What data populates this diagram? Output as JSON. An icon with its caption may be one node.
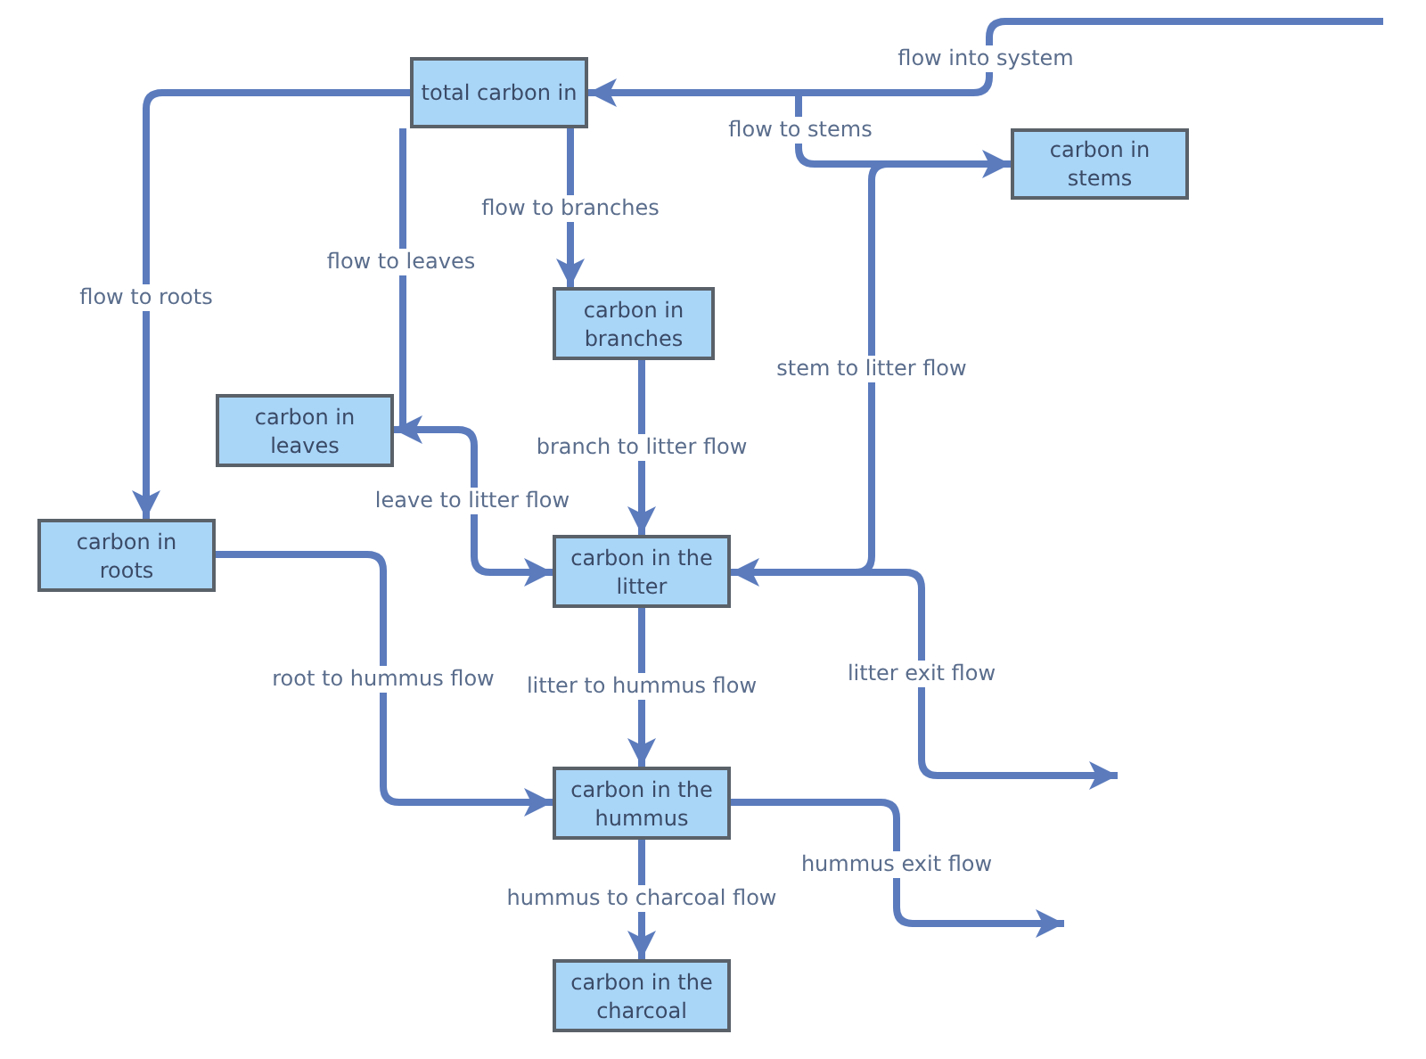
{
  "diagram": {
    "nodes": [
      {
        "text": [
          "total carbon in"
        ]
      },
      {
        "text": [
          "carbon in stems"
        ]
      },
      {
        "text": [
          "carbon in branches"
        ]
      },
      {
        "text": [
          "carbon in leaves"
        ]
      },
      {
        "text": [
          "carbon in roots"
        ]
      },
      {
        "text": [
          "carbon in the litter"
        ]
      },
      {
        "text": [
          "carbon in the hummus"
        ]
      },
      {
        "text": [
          "carbon in the charcoal"
        ]
      }
    ],
    "edges": [
      {
        "from": null,
        "to": 0,
        "arrow": "to",
        "label": "flow into system"
      },
      {
        "from": null,
        "to": 1,
        "arrow": "to",
        "label": "flow to stems"
      },
      {
        "from": 0,
        "to": 2,
        "arrow": "to",
        "label": "flow to branches"
      },
      {
        "from": 0,
        "to": 3,
        "arrow": "to",
        "label": "flow to leaves"
      },
      {
        "from": 0,
        "to": 4,
        "arrow": "to",
        "label": "flow to roots"
      },
      {
        "from": 2,
        "to": 5,
        "arrow": "to",
        "label": "branch to litter flow"
      },
      {
        "from": 3,
        "to": 5,
        "arrow": "to",
        "label": "leave to litter flow"
      },
      {
        "from": 1,
        "to": 5,
        "arrow": "to",
        "label": "stem to litter flow"
      },
      {
        "from": 5,
        "to": null,
        "arrow": "to",
        "label": "litter exit flow"
      },
      {
        "from": 5,
        "to": 6,
        "arrow": "to",
        "label": "litter to hummus flow"
      },
      {
        "from": 4,
        "to": 6,
        "arrow": "to",
        "label": "root to hummus flow"
      },
      {
        "from": 6,
        "to": null,
        "arrow": "to",
        "label": "hummus exit flow"
      },
      {
        "from": 6,
        "to": 7,
        "arrow": "to",
        "label": "hummus to charcoal flow"
      }
    ]
  }
}
